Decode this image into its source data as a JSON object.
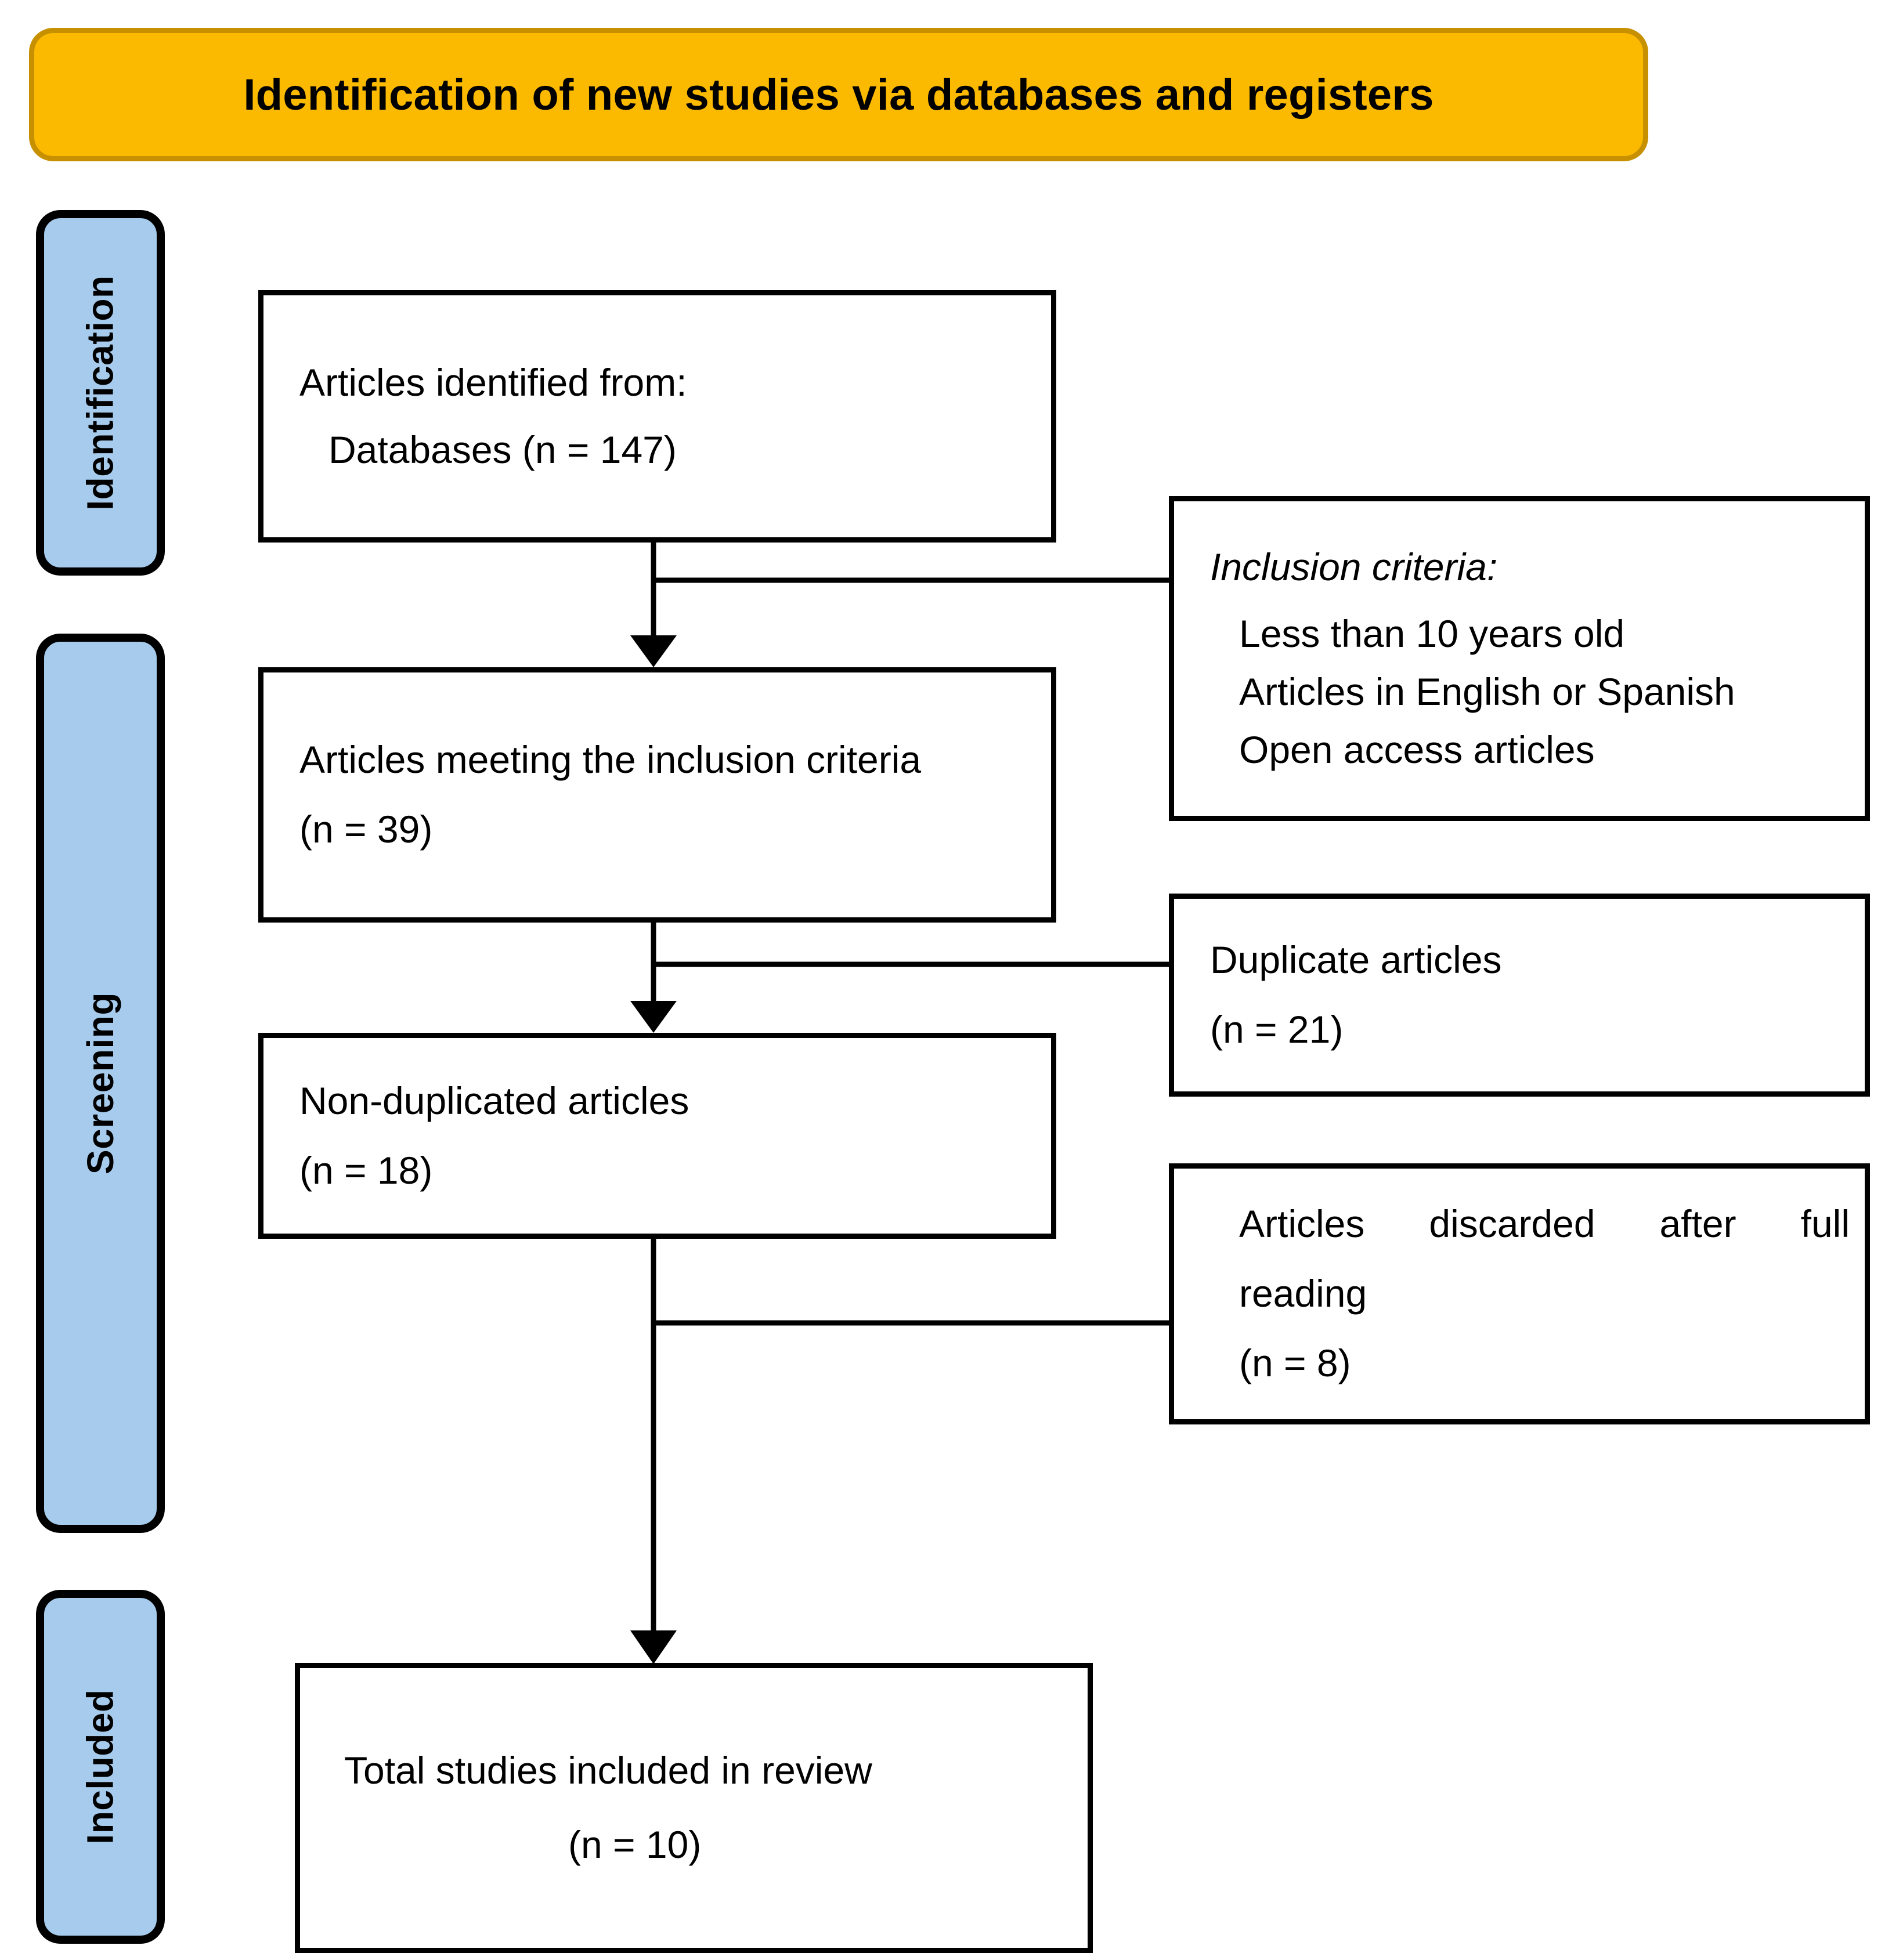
{
  "header": {
    "title": "Identification of new studies via databases and registers",
    "bg_color": "#FBBA00",
    "border_color": "#C79000"
  },
  "stages": {
    "fill_color": "#A6CBEC",
    "items": [
      {
        "id": "identification",
        "label": "Identification"
      },
      {
        "id": "screening",
        "label": "Screening"
      },
      {
        "id": "included",
        "label": "Included"
      }
    ]
  },
  "flow": {
    "identified": {
      "line1": "Articles identified from:",
      "line2": "Databases (n = 147)"
    },
    "meeting_criteria": {
      "line1": "Articles meeting the inclusion criteria",
      "line2": "(n = 39)"
    },
    "non_duplicated": {
      "line1": "Non-duplicated articles",
      "line2": "(n = 18)"
    },
    "total_included": {
      "line1": "Total studies included in review",
      "line2": "(n = 10)"
    }
  },
  "side_notes": {
    "inclusion_criteria": {
      "heading": "Inclusion criteria:",
      "items": [
        "Less than 10 years old",
        "Articles in English or Spanish",
        "Open access articles"
      ]
    },
    "duplicate_articles": {
      "line1": "Duplicate articles",
      "line2": "(n = 21)"
    },
    "discarded_articles": {
      "line1a": "Articles",
      "line1b": "discarded",
      "line1c": "after",
      "line1d": "full",
      "line2": "reading",
      "line3": "(n = 8)"
    }
  },
  "counts": {
    "databases_identified": 147,
    "meeting_inclusion_criteria": 39,
    "duplicates_removed": 21,
    "non_duplicated": 18,
    "discarded_after_full_reading": 8,
    "total_included": 10
  }
}
